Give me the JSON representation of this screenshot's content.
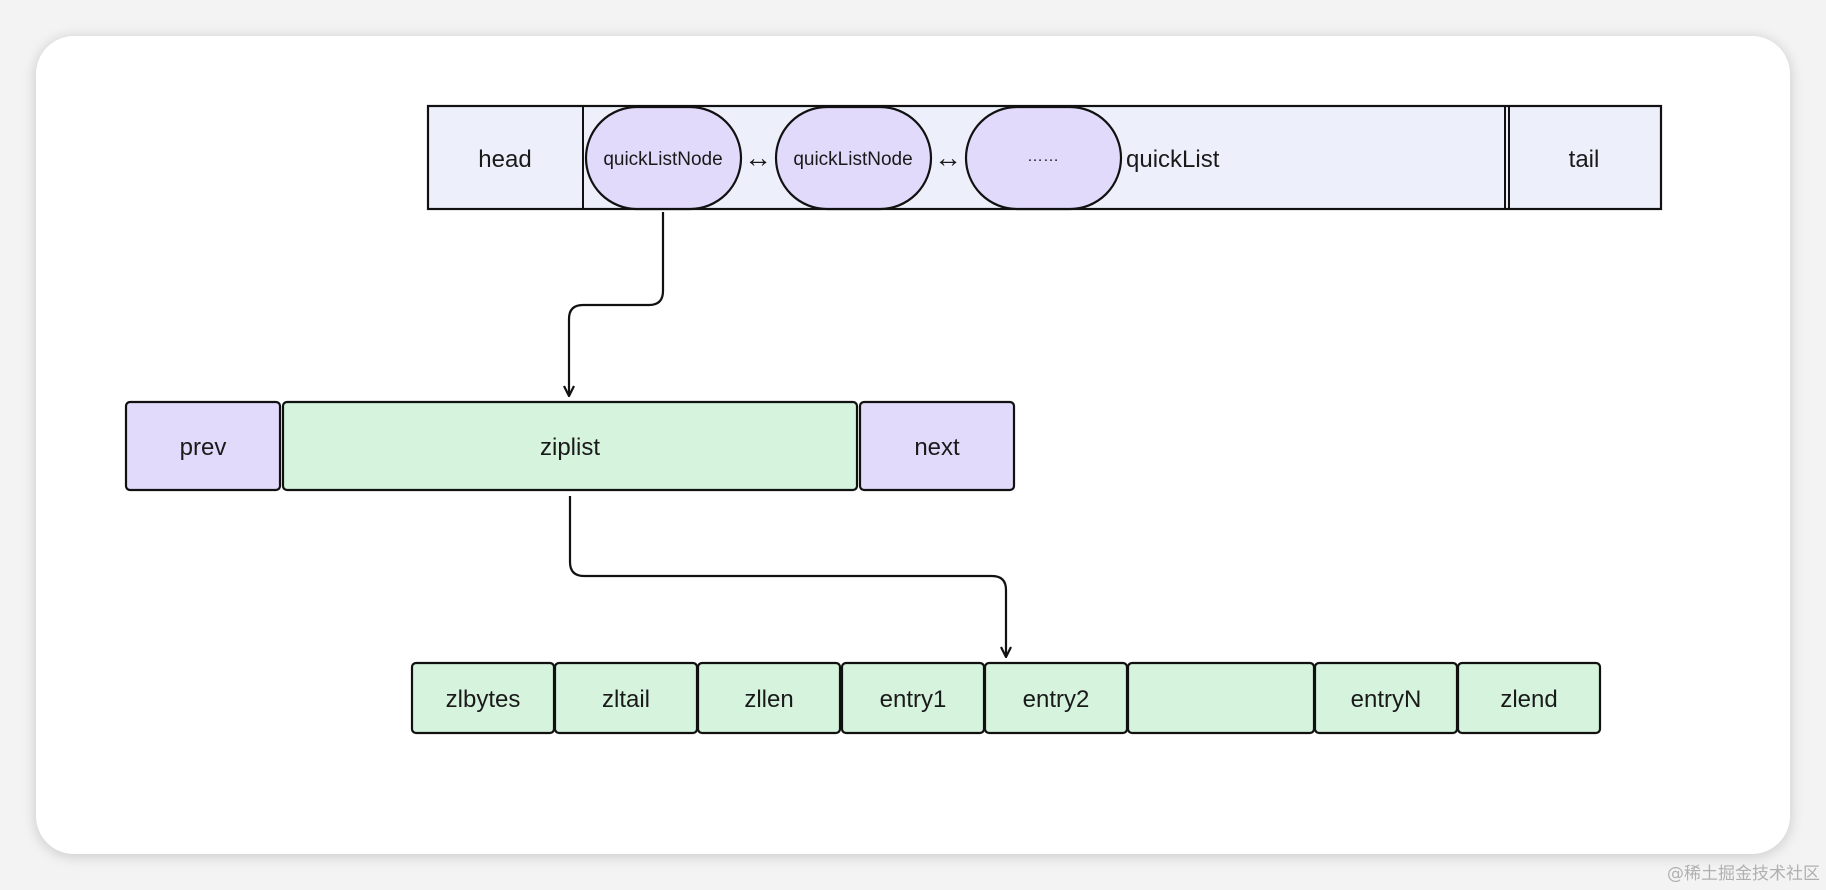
{
  "quicklist": {
    "head": "head",
    "label": "quickList",
    "tail": "tail",
    "nodes": [
      "quickListNode",
      "quickListNode",
      "……"
    ],
    "arrow_glyph": "↔"
  },
  "node": {
    "prev": "prev",
    "ziplist": "ziplist",
    "next": "next"
  },
  "ziplist": {
    "cells": [
      "zlbytes",
      "zltail",
      "zllen",
      "entry1",
      "entry2",
      "",
      "entryN",
      "zlend"
    ]
  },
  "watermark": "@稀土掘金技术社区",
  "colors": {
    "quicklist_fill": "#edf0fb",
    "node_fill": "#e2dafb",
    "ziplist_fill": "#d6f3de",
    "stroke": "#111111"
  }
}
